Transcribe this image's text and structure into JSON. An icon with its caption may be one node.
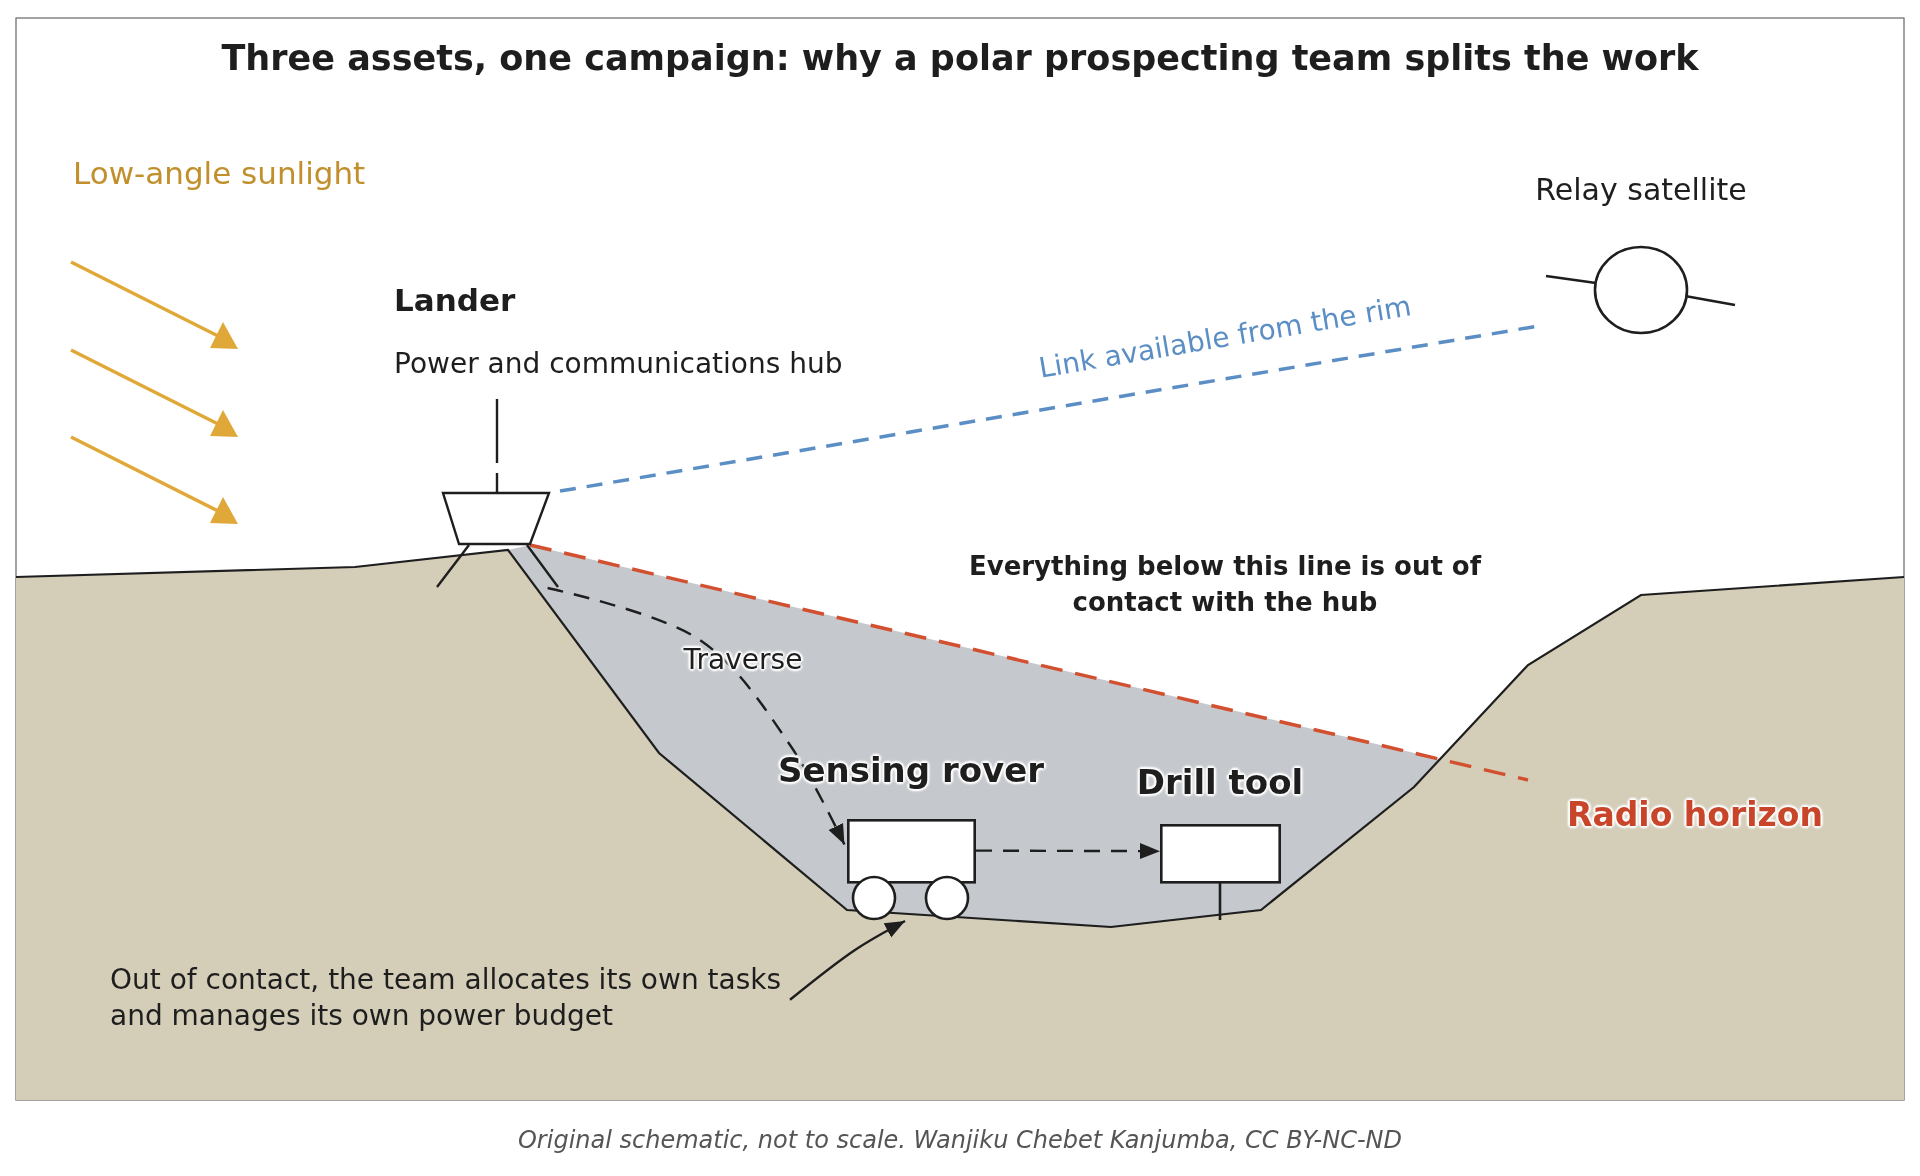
{
  "diagram": {
    "title": "Three assets, one campaign: why a polar prospecting team splits the work",
    "caption": "Original schematic, not to scale. Wanjiku Chebet Kanjumba, CC BY-NC-ND",
    "nodes": [
      {
        "text": [
          "Lander",
          "Power and communications hub"
        ]
      },
      {
        "text": [
          "Relay satellite"
        ]
      },
      {
        "text": [
          "Sensing rover"
        ]
      },
      {
        "text": [
          "Drill tool"
        ]
      },
      {
        "text": [
          "Out of contact, the team allocates its own tasks and manages its own power budget"
        ]
      }
    ],
    "edges": [
      {
        "from": 0,
        "to": 1,
        "arrow": "none",
        "label": "Link available from the rim",
        "style": "dashed",
        "color": "#5b8ec4"
      },
      {
        "from": 0,
        "to": 2,
        "arrow": "to",
        "label": "Traverse",
        "style": "dashed"
      },
      {
        "from": 2,
        "to": 3,
        "arrow": "to",
        "style": "dashed"
      },
      {
        "from": 4,
        "to": 2,
        "arrow": "to"
      }
    ],
    "labels": [
      "Low-angle sunlight",
      "Everything below this line is out of contact with the hub",
      "Radio horizon"
    ]
  }
}
